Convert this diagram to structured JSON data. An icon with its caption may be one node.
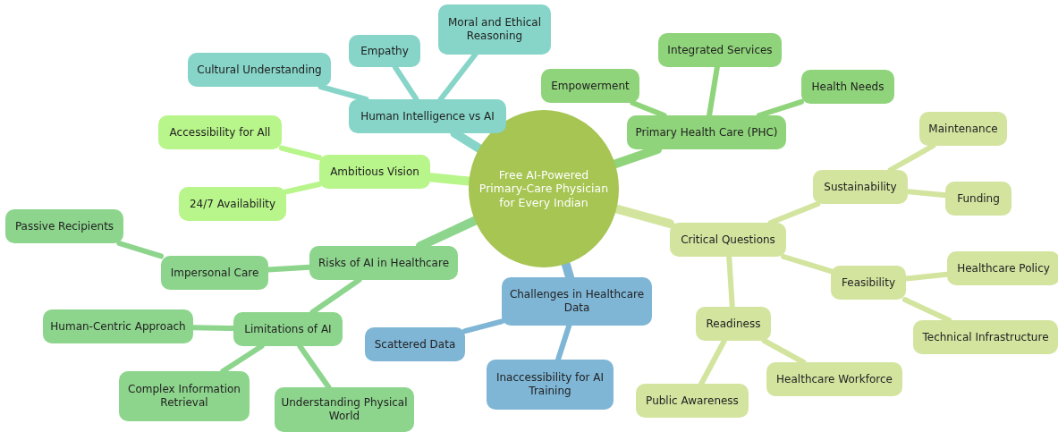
{
  "diagram": {
    "nodes": [
      {
        "text": [
          "Free AI-Powered Primary-Care Physician for Every Indian"
        ]
      },
      {
        "text": [
          "Human Intelligence vs AI"
        ]
      },
      {
        "text": [
          "Cultural Understanding"
        ]
      },
      {
        "text": [
          "Empathy"
        ]
      },
      {
        "text": [
          "Moral and Ethical Reasoning"
        ]
      },
      {
        "text": [
          "Primary Health Care (PHC)"
        ]
      },
      {
        "text": [
          "Empowerment"
        ]
      },
      {
        "text": [
          "Integrated Services"
        ]
      },
      {
        "text": [
          "Health Needs"
        ]
      },
      {
        "text": [
          "Ambitious Vision"
        ]
      },
      {
        "text": [
          "Accessibility for All"
        ]
      },
      {
        "text": [
          "24/7 Availability"
        ]
      },
      {
        "text": [
          "Critical Questions"
        ]
      },
      {
        "text": [
          "Sustainability"
        ]
      },
      {
        "text": [
          "Maintenance"
        ]
      },
      {
        "text": [
          "Funding"
        ]
      },
      {
        "text": [
          "Feasibility"
        ]
      },
      {
        "text": [
          "Healthcare Policy"
        ]
      },
      {
        "text": [
          "Technical Infrastructure"
        ]
      },
      {
        "text": [
          "Readiness"
        ]
      },
      {
        "text": [
          "Public Awareness"
        ]
      },
      {
        "text": [
          "Healthcare Workforce"
        ]
      },
      {
        "text": [
          "Challenges in Healthcare Data"
        ]
      },
      {
        "text": [
          "Scattered Data"
        ]
      },
      {
        "text": [
          "Inaccessibility for AI Training"
        ]
      },
      {
        "text": [
          "Risks of AI in Healthcare"
        ]
      },
      {
        "text": [
          "Impersonal Care"
        ]
      },
      {
        "text": [
          "Passive Recipients"
        ]
      },
      {
        "text": [
          "Limitations of AI"
        ]
      },
      {
        "text": [
          "Human-Centric Approach"
        ]
      },
      {
        "text": [
          "Complex Information Retrieval"
        ]
      },
      {
        "text": [
          "Understanding Physical World"
        ]
      }
    ],
    "edges": [
      {
        "from": 0,
        "to": 1,
        "arrow": "none",
        "color": "#86d5c8"
      },
      {
        "from": 1,
        "to": 2,
        "arrow": "none",
        "color": "#86d5c8"
      },
      {
        "from": 1,
        "to": 3,
        "arrow": "none",
        "color": "#86d5c8"
      },
      {
        "from": 1,
        "to": 4,
        "arrow": "none",
        "color": "#86d5c8"
      },
      {
        "from": 0,
        "to": 5,
        "arrow": "none",
        "color": "#8fd47a"
      },
      {
        "from": 5,
        "to": 6,
        "arrow": "none",
        "color": "#8fd47a"
      },
      {
        "from": 5,
        "to": 7,
        "arrow": "none",
        "color": "#8fd47a"
      },
      {
        "from": 5,
        "to": 8,
        "arrow": "none",
        "color": "#8fd47a"
      },
      {
        "from": 0,
        "to": 9,
        "arrow": "none",
        "color": "#b8f58a"
      },
      {
        "from": 9,
        "to": 10,
        "arrow": "none",
        "color": "#b8f58a"
      },
      {
        "from": 9,
        "to": 11,
        "arrow": "none",
        "color": "#b8f58a"
      },
      {
        "from": 0,
        "to": 12,
        "arrow": "none",
        "color": "#d3e49f"
      },
      {
        "from": 12,
        "to": 13,
        "arrow": "none",
        "color": "#d3e49f"
      },
      {
        "from": 13,
        "to": 14,
        "arrow": "none",
        "color": "#d3e49f"
      },
      {
        "from": 13,
        "to": 15,
        "arrow": "none",
        "color": "#d3e49f"
      },
      {
        "from": 12,
        "to": 16,
        "arrow": "none",
        "color": "#d3e49f"
      },
      {
        "from": 16,
        "to": 17,
        "arrow": "none",
        "color": "#d3e49f"
      },
      {
        "from": 16,
        "to": 18,
        "arrow": "none",
        "color": "#d3e49f"
      },
      {
        "from": 12,
        "to": 19,
        "arrow": "none",
        "color": "#d3e49f"
      },
      {
        "from": 19,
        "to": 20,
        "arrow": "none",
        "color": "#d3e49f"
      },
      {
        "from": 19,
        "to": 21,
        "arrow": "none",
        "color": "#d3e49f"
      },
      {
        "from": 0,
        "to": 22,
        "arrow": "none",
        "color": "#7fb6d6"
      },
      {
        "from": 22,
        "to": 23,
        "arrow": "none",
        "color": "#7fb6d6"
      },
      {
        "from": 22,
        "to": 24,
        "arrow": "none",
        "color": "#7fb6d6"
      },
      {
        "from": 0,
        "to": 25,
        "arrow": "none",
        "color": "#8dd58d"
      },
      {
        "from": 25,
        "to": 26,
        "arrow": "none",
        "color": "#8dd58d"
      },
      {
        "from": 26,
        "to": 27,
        "arrow": "none",
        "color": "#8dd58d"
      },
      {
        "from": 25,
        "to": 28,
        "arrow": "none",
        "color": "#8dd58d"
      },
      {
        "from": 28,
        "to": 29,
        "arrow": "none",
        "color": "#8dd58d"
      },
      {
        "from": 28,
        "to": 30,
        "arrow": "none",
        "color": "#8dd58d"
      },
      {
        "from": 28,
        "to": 31,
        "arrow": "none",
        "color": "#8dd58d"
      }
    ]
  }
}
